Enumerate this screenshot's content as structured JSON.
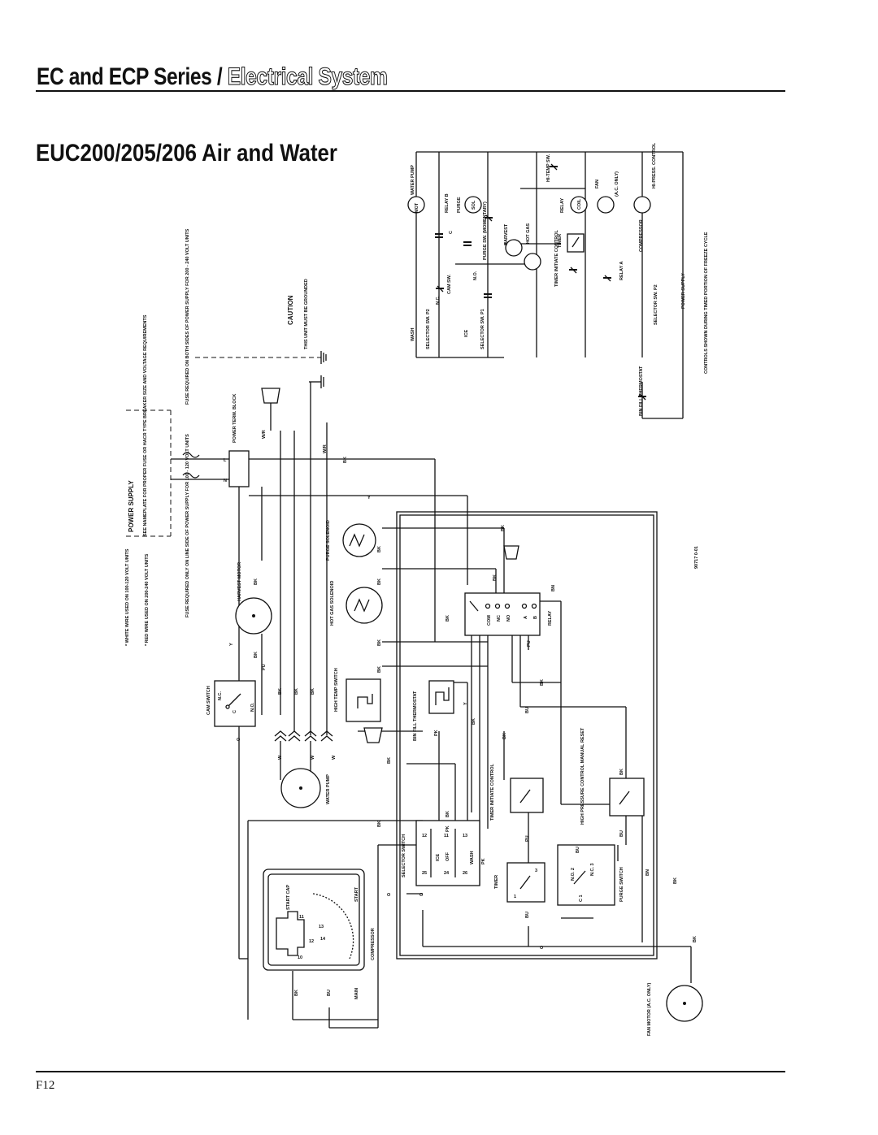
{
  "page": {
    "header_main": "EC and ECP Series /",
    "header_sub": "Electrical System",
    "diagram_title": "EUC200/205/206 Air and Water",
    "page_number": "F12",
    "drawing_number": "90717 0-01"
  },
  "ladder": {
    "left_labels": [
      {
        "id": "wash",
        "text": "WASH"
      },
      {
        "id": "selector_p2",
        "text": "SELECTOR SW. P2"
      },
      {
        "id": "ice",
        "text": "ICE"
      },
      {
        "id": "selector_p1",
        "text": "SELECTOR SW. P1"
      },
      {
        "id": "caution",
        "text": "CAUTION"
      },
      {
        "id": "caution_note",
        "text": "THIS UNIT MUST BE GROUNDED"
      },
      {
        "id": "fuse_200",
        "text": "FUSE REQUIRED ON BOTH SIDES OF POWER SUPPLY FOR 200 - 240 VOLT UNITS"
      }
    ],
    "items": [
      {
        "id": "water_pump",
        "text": "WATER PUMP"
      },
      {
        "id": "mot",
        "text": "MOT"
      },
      {
        "id": "relay_b",
        "text": "RELAY B"
      },
      {
        "id": "purge",
        "text": "PURGE"
      },
      {
        "id": "sol",
        "text": "SOL"
      },
      {
        "id": "hi_temp",
        "text": "HI-TEMP SW."
      },
      {
        "id": "relay",
        "text": "RELAY"
      },
      {
        "id": "coil",
        "text": "COIL"
      },
      {
        "id": "fan",
        "text": "FAN"
      },
      {
        "id": "ac_only",
        "text": "(A.C. ONLY)"
      },
      {
        "id": "hi_press",
        "text": "HI-PRESS. CONTROL"
      },
      {
        "id": "cam_sw",
        "text": "CAM SW."
      },
      {
        "id": "purge_sw",
        "text": "PURGE SW. (MOMENTARY)"
      },
      {
        "id": "harvest",
        "text": "HARVEST"
      },
      {
        "id": "hot_gas",
        "text": "HOT GAS"
      },
      {
        "id": "timer",
        "text": "TIMER"
      },
      {
        "id": "timer_initiate",
        "text": "TIMER INITIATE CONTROL"
      },
      {
        "id": "compressor",
        "text": "COMPRESSOR"
      },
      {
        "id": "relay_a",
        "text": "RELAY A"
      },
      {
        "id": "power_supply",
        "text": "POWER SUPPLY"
      },
      {
        "id": "bin_fill",
        "text": "BIN FILL THERMOSTAT"
      },
      {
        "id": "selector_p2b",
        "text": "SELECTOR SW. P2"
      },
      {
        "id": "controls_note",
        "text": "CONTROLS SHOWN DURING TIMED PORTION OF FREEZE CYCLE"
      },
      {
        "id": "no",
        "text": "N.O."
      },
      {
        "id": "nc",
        "text": "N.C."
      },
      {
        "id": "c",
        "text": "C"
      }
    ]
  },
  "power": {
    "title": "POWER SUPPLY",
    "note": "SEE NAMEPLATE FOR PROPER FUSE OR HACR TYPE BREAKER SIZE AND VOLTAGE REQUIREMENTS",
    "fuse_120": "FUSE REQUIRED ONLY ON LINE SIDE OF POWER SUPPLY FOR 100 - 120 VOLT UNITS",
    "wire_note_1": "* WHITE WIRE USED ON 100-120 VOLT UNITS",
    "wire_note_2": "* RED WIRE USED ON 200-240 VOLT UNITS",
    "term_block": "POWER TERM. BLOCK",
    "l": "L",
    "n": "N",
    "wr": "W/R"
  },
  "components": {
    "harvest_motor": "HARVEST MOTOR",
    "cam_switch": "CAM SWITCH",
    "water_pump": "WATER PUMP",
    "compressor": "COMPRESSOR",
    "purge_solenoid": "PURGE SOLENOID",
    "hot_gas_solenoid": "HOT GAS SOLENOID",
    "high_temp_switch": "HIGH TEMP SWITCH",
    "bin_fill_thermostat": "BIN FILL THERMOSTAT",
    "relay": "RELAY",
    "timer_initiate": "TIMER INITIATE CONTROL",
    "high_pressure": "HIGH PRESSURE CONTROL MANUAL RESET",
    "selector_switch": "SELECTOR SWITCH",
    "timer": "TIMER",
    "purge_switch": "PURGE SWITCH",
    "fan_motor": "FAN MOTOR (A.C. ONLY)",
    "start_cap": "START CAP",
    "start": "START",
    "main": "MAIN",
    "com": "COM",
    "nc": "NC",
    "no": "NO",
    "a": "A",
    "b": "B",
    "ice": "ICE",
    "off": "OFF",
    "wash": "WASH",
    "no2": "N.O. 2",
    "nc3": "N.C. 3",
    "c1": "C 1"
  },
  "wire_colors": {
    "bk": "BK",
    "y": "Y",
    "pu": "PU",
    "w": "W",
    "o": "O",
    "bu": "BU",
    "pk": "PK",
    "bn": "BN"
  },
  "terminals": {
    "t12": "12",
    "t11": "11",
    "t13": "13",
    "t25": "25",
    "t24": "24",
    "t26": "26",
    "c10": "10",
    "c11": "11",
    "c12": "12",
    "c13": "13",
    "c14": "14",
    "tm1": "1",
    "tm3": "3"
  }
}
